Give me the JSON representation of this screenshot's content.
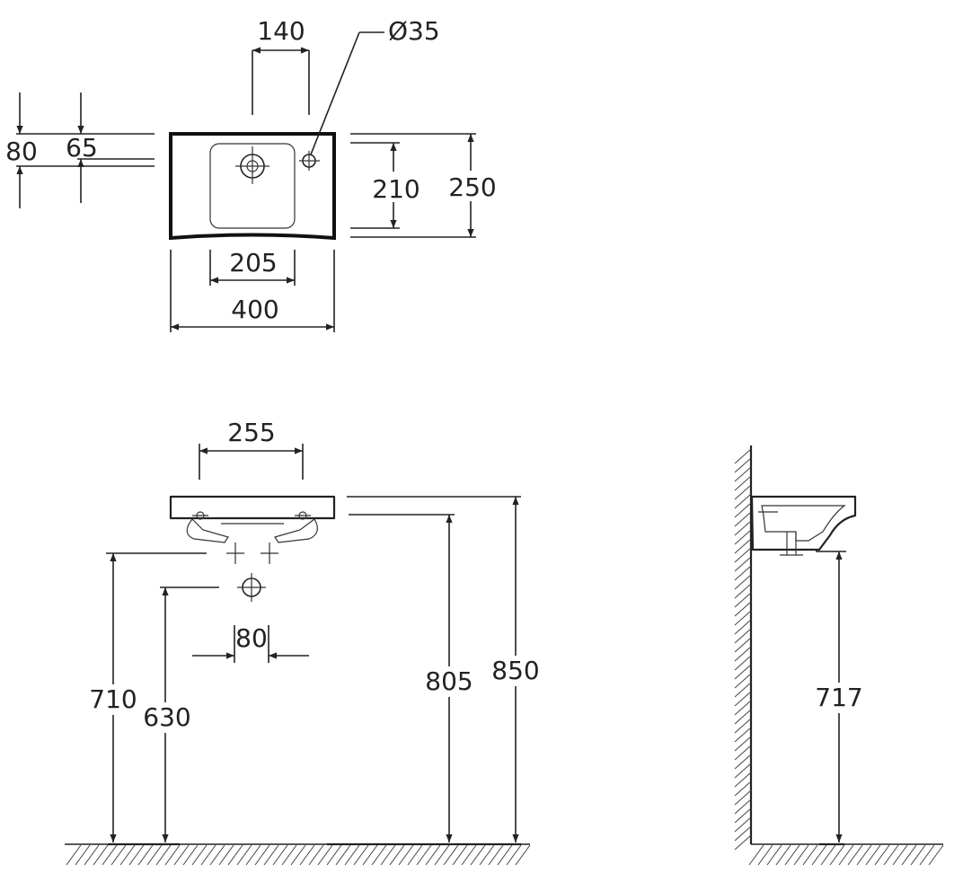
{
  "top_view": {
    "dim_140": "140",
    "dim_dia35": "Ø35",
    "dim_80": "80",
    "dim_65": "65",
    "dim_210": "210",
    "dim_250": "250",
    "dim_205": "205",
    "dim_400": "400"
  },
  "front_view": {
    "dim_255": "255",
    "dim_80": "80",
    "dim_710": "710",
    "dim_630": "630",
    "dim_805": "805",
    "dim_850": "850"
  },
  "side_view": {
    "dim_717": "717"
  },
  "colors": {
    "line": "#222222",
    "background": "#ffffff"
  }
}
